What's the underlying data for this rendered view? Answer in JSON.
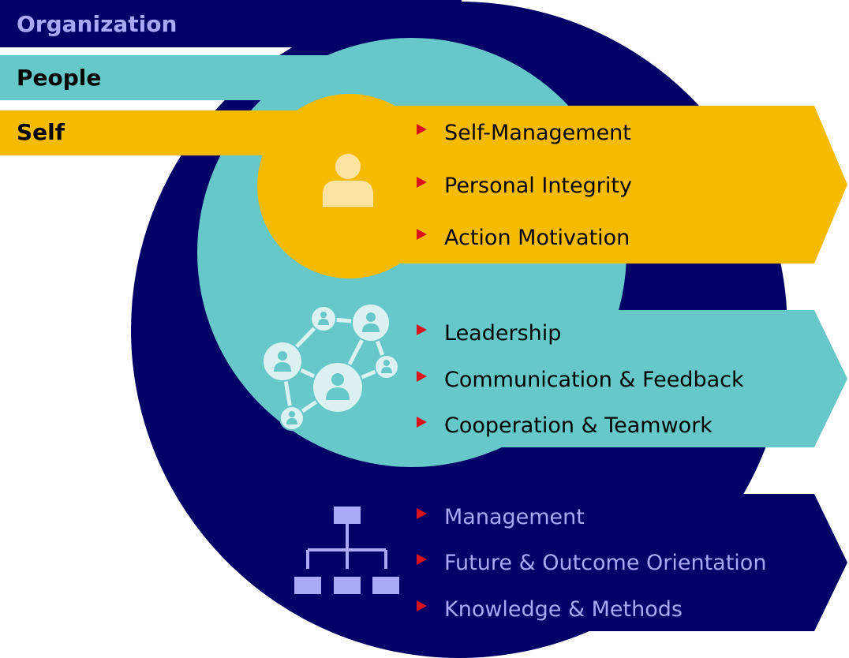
{
  "colors": {
    "organization": "#000066",
    "people": "#66c8c8",
    "self": "#f5bb00",
    "bullet": "#d9121b",
    "organization_text": "#a9a9f7",
    "self_icon": "#fde3a0",
    "people_icon": "#dcf2f2",
    "org_icon": "#a9a9f7"
  },
  "labels": {
    "organization": "Organization",
    "people": "People",
    "self": "Self"
  },
  "groups": {
    "self": {
      "icon": "person-icon",
      "items": [
        "Self-Management",
        "Personal Integrity",
        "Action Motivation"
      ]
    },
    "people": {
      "icon": "network-icon",
      "items": [
        "Leadership",
        "Communication & Feedback",
        "Cooperation & Teamwork"
      ]
    },
    "organization": {
      "icon": "org-chart-icon",
      "items": [
        "Management",
        "Future & Outcome Orientation",
        "Knowledge & Methods"
      ]
    }
  }
}
